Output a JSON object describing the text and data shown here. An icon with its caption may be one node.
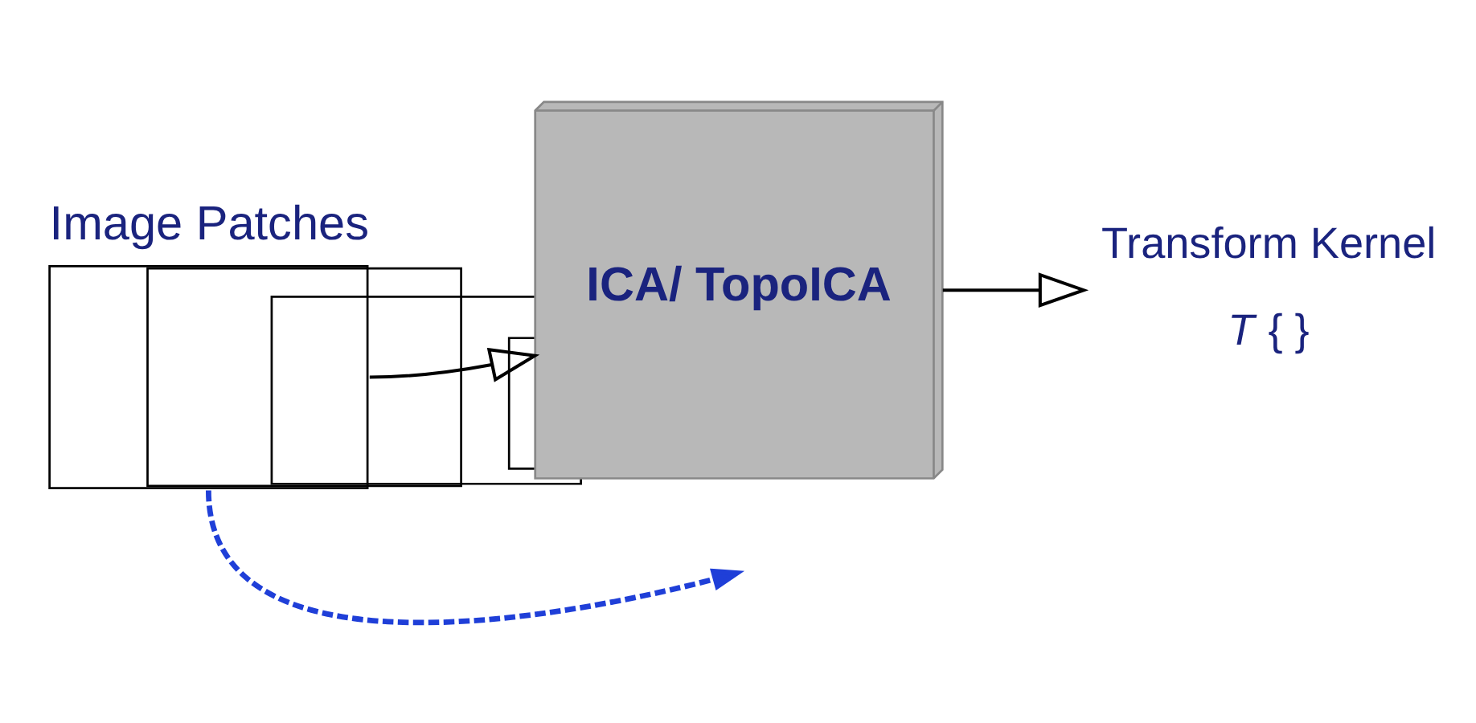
{
  "diagram": {
    "nodes": [
      {
        "text": [
          "Image Patches"
        ]
      },
      {
        "text": [
          "ICA/ TopoICA"
        ]
      },
      {
        "text": [
          "Transform Kernel",
          "*T* { }"
        ]
      }
    ],
    "edges": [
      {
        "from": 0,
        "to": 1,
        "arrow": "to"
      },
      {
        "from": 1,
        "to": 2,
        "arrow": "to"
      },
      {
        "from": 0,
        "to": null,
        "arrow": "to",
        "style": "dashed",
        "color": "#1f3fd8"
      }
    ]
  }
}
